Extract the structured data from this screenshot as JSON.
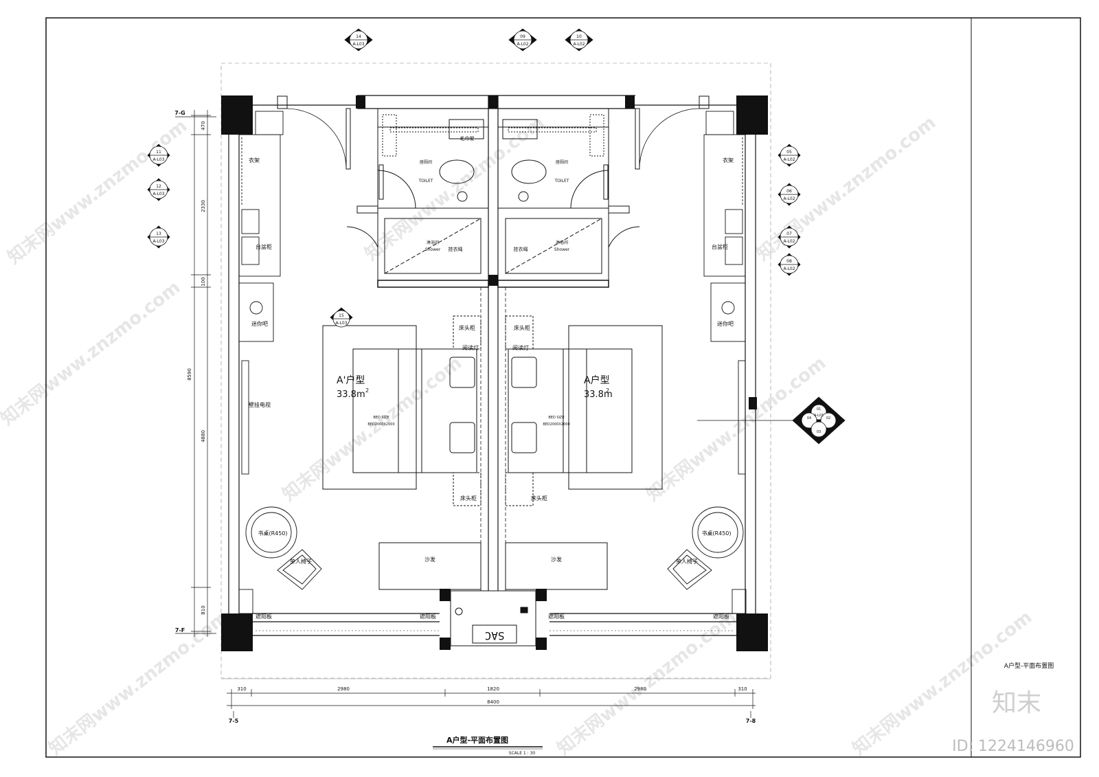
{
  "drawing": {
    "title": "A户型-平面布置图",
    "scale": "SCALE 1 : 30",
    "side_title": "A户型-平面布置图"
  },
  "units": {
    "left": {
      "type": "A'户型",
      "area": "33.8m",
      "sup": "2"
    },
    "right": {
      "type": "A户型",
      "area": "33.8m",
      "sup": "2"
    }
  },
  "rooms": {
    "toilet_cn": "座厕间",
    "toilet_en": "TOILET",
    "shower_cn": "淋浴间",
    "shower_en": "Shower",
    "towel_rack": "毛巾架",
    "hanger_rope": "挂衣绳"
  },
  "furniture": {
    "wardrobe": "衣架",
    "basin": "台盆柜",
    "minibar": "迷你吧",
    "tv": "壁挂电视",
    "nightstand": "床头柜",
    "reading_lamp": "阅读灯",
    "bed_size_1": "BED SIZE",
    "bed_size_2": "BED2000X2000",
    "desk": "书桌(R450)",
    "chair": "单人椅子",
    "sofa": "沙发",
    "sunshade": "遮阳板",
    "ac": "SAC"
  },
  "dimensions": {
    "left_vertical": [
      "470",
      "2330",
      "100",
      "8590",
      "4880",
      "810"
    ],
    "bottom": [
      "310",
      "2980",
      "1820",
      "2980",
      "310"
    ],
    "total": "8400"
  },
  "grid_labels": {
    "row_top": "7-G",
    "row_bottom": "7-F",
    "col_left": "7-5",
    "col_right": "7-8"
  },
  "callouts": {
    "c14": {
      "num": "14",
      "sheet": "A-L03"
    },
    "c09": {
      "num": "09",
      "sheet": "A-L02"
    },
    "c10": {
      "num": "10",
      "sheet": "A-L02"
    },
    "c11": {
      "num": "11",
      "sheet": "A-L03"
    },
    "c12": {
      "num": "12",
      "sheet": "A-L03"
    },
    "c13": {
      "num": "13",
      "sheet": "A-L03"
    },
    "c15": {
      "num": "15",
      "sheet": "A-L03"
    },
    "c05": {
      "num": "05",
      "sheet": "A-L02"
    },
    "c06": {
      "num": "06",
      "sheet": "A-L02"
    },
    "c07": {
      "num": "07",
      "sheet": "A-L02"
    },
    "c08": {
      "num": "08",
      "sheet": "A-L02"
    },
    "c_multi": {
      "n1": "01",
      "n2": "02",
      "n3": "03",
      "n4": "04",
      "sheet": "A-L01"
    }
  },
  "watermark": {
    "brand": "知末",
    "id": "ID: 1224146960",
    "site": "知末网www.znzmo.com"
  }
}
